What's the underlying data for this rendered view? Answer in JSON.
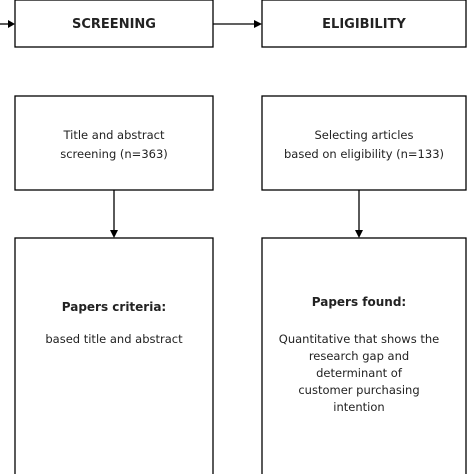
{
  "stages": {
    "screening": {
      "header": "SCREENING",
      "step": {
        "line1": "Title and abstract",
        "line2": "screening (n=363)"
      },
      "result": {
        "title": "Papers criteria:",
        "line1": "based title and abstract"
      }
    },
    "eligibility": {
      "header": "ELIGIBILITY",
      "step": {
        "line1": "Selecting articles",
        "line2": "based on eligibility (n=133)"
      },
      "result": {
        "title": "Papers found:",
        "line1": "Quantitative that shows the",
        "line2": "research gap and",
        "line3": "determinant of",
        "line4": "customer purchasing",
        "line5": "intention"
      }
    }
  }
}
